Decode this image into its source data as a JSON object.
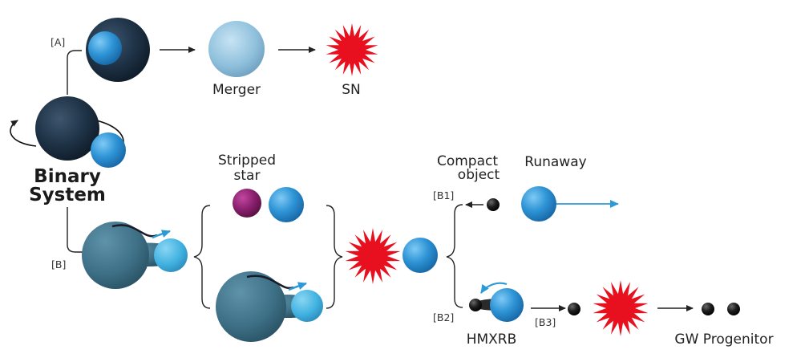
{
  "labels": {
    "binary_system_line1": "Binary",
    "binary_system_line2": "System",
    "merger": "Merger",
    "sn": "SN",
    "stripped_star_line1": "Stripped",
    "stripped_star_line2": "star",
    "compact_object_line1": "Compact",
    "compact_object_line2": "object",
    "runaway": "Runaway",
    "hmxrb": "HMXRB",
    "gw_progenitor": "GW Progenitor"
  },
  "branch_tags": {
    "a": "[A]",
    "b": "[B]",
    "b1": "[B1]",
    "b2": "[B2]",
    "b3": "[B3]"
  },
  "colors": {
    "dark_star": "#1c2e40",
    "blue_star": "#2e92d4",
    "merger_star": "#8fc0dc",
    "supernova": "#e8101e",
    "stripped_star": "#8a1f6e",
    "giant_envelope": "#3e7187",
    "runaway_arrow": "#2d9ad8",
    "compact_object": "#151515"
  }
}
